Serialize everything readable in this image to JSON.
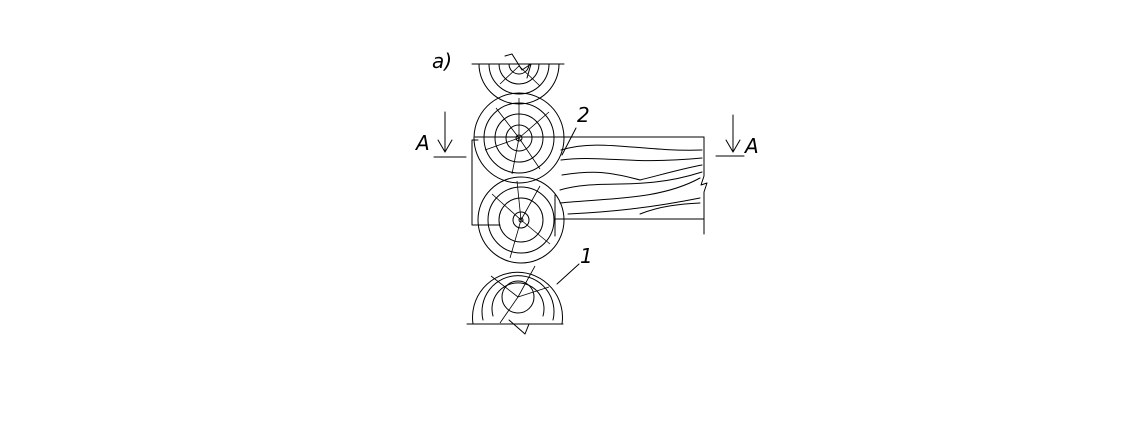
{
  "figure_label": "а)",
  "section_label_left": "A",
  "section_label_right": "A",
  "callout_1": "1",
  "callout_2": "2",
  "colors": {
    "ink": "#000000",
    "background": "#ffffff"
  }
}
